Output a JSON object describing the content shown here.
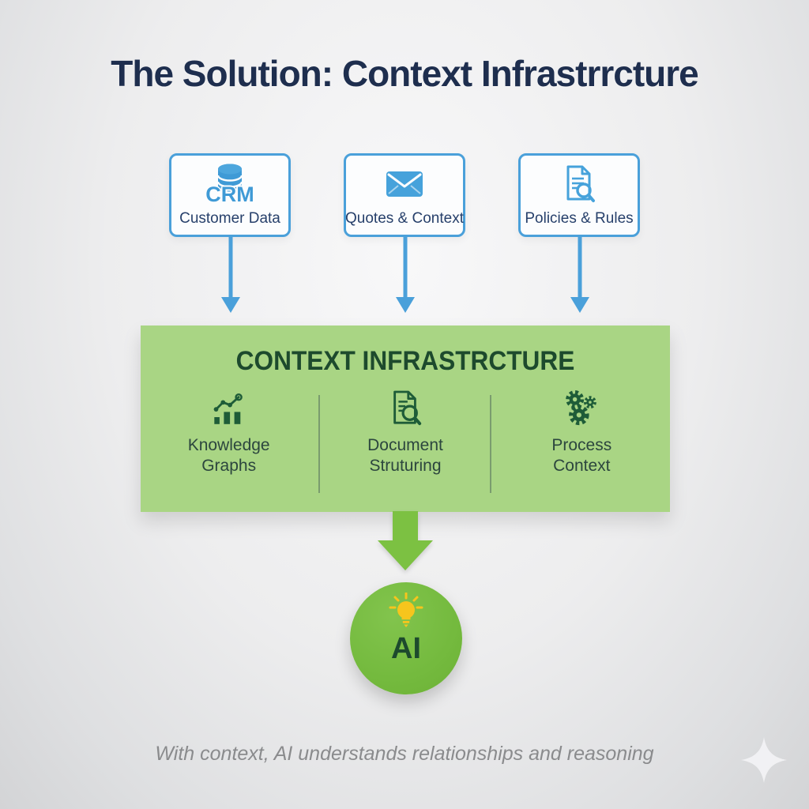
{
  "title": "The Solution: Context Infrastrrcture",
  "sources": [
    {
      "icon": "crm-database-icon",
      "badge": "CRM",
      "label": "Customer Data"
    },
    {
      "icon": "envelope-icon",
      "label": "Quotes & Context"
    },
    {
      "icon": "document-search-icon",
      "label": "Policies & Rules"
    }
  ],
  "infrastructure": {
    "title": "CONTEXT INFRASTRCTURE",
    "items": [
      {
        "icon": "bar-chart-trend-icon",
        "label": "Knowledge Graphs"
      },
      {
        "icon": "document-search-icon",
        "label": "Document Struturing"
      },
      {
        "icon": "gears-icon",
        "label": "Process Context"
      }
    ]
  },
  "ai_node": {
    "icon": "lightbulb-icon",
    "label": "AI"
  },
  "caption": "With context, AI understands relationships and reasoning",
  "colors": {
    "accent_blue": "#4aa0da",
    "panel_green": "#a9d584",
    "arrow_green": "#7cc142",
    "ai_circle_green": "#74ba3e",
    "dark_green": "#1d4a2d",
    "title_navy": "#1e2e4e",
    "box_label_navy": "#27406b",
    "caption_gray": "#8a8b8d",
    "background_gray": "#ededee"
  }
}
